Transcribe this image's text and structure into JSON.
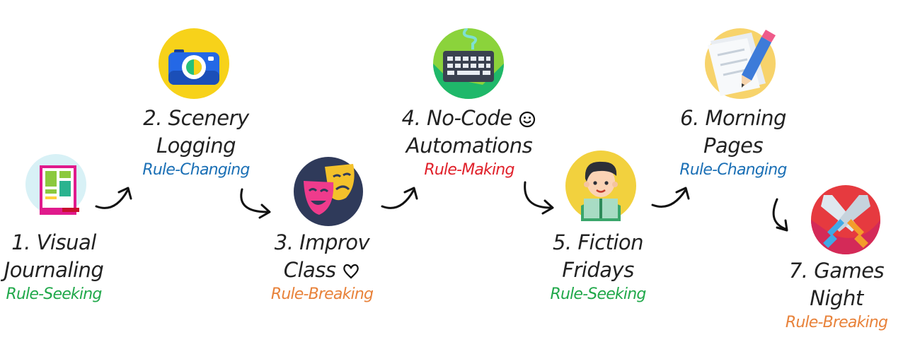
{
  "steps": [
    {
      "title_line1": "1. Visual",
      "title_line2": "Journaling",
      "tag": "Rule-Seeking",
      "tag_color": "#20a84a",
      "icon": "journal-icon"
    },
    {
      "title_line1": "2. Scenery",
      "title_line2": "Logging",
      "tag": "Rule-Changing",
      "tag_color": "#1a6fb5",
      "icon": "camera-icon"
    },
    {
      "title_line1": "3. Improv",
      "title_line2": "Class",
      "tag": "Rule-Breaking",
      "tag_color": "#e8823a",
      "icon": "theater-masks-icon"
    },
    {
      "title_line1": "4. No-Code",
      "title_line2": "Automations",
      "tag": "Rule-Making",
      "tag_color": "#e0202a",
      "icon": "keyboard-icon"
    },
    {
      "title_line1": "5. Fiction",
      "title_line2": "Fridays",
      "tag": "Rule-Seeking",
      "tag_color": "#20a84a",
      "icon": "reader-icon"
    },
    {
      "title_line1": "6. Morning",
      "title_line2": "Pages",
      "tag": "Rule-Changing",
      "tag_color": "#1a6fb5",
      "icon": "paper-pencil-icon"
    },
    {
      "title_line1": "7. Games",
      "title_line2": "Night",
      "tag": "Rule-Breaking",
      "tag_color": "#e8823a",
      "icon": "crossed-swords-icon"
    }
  ]
}
